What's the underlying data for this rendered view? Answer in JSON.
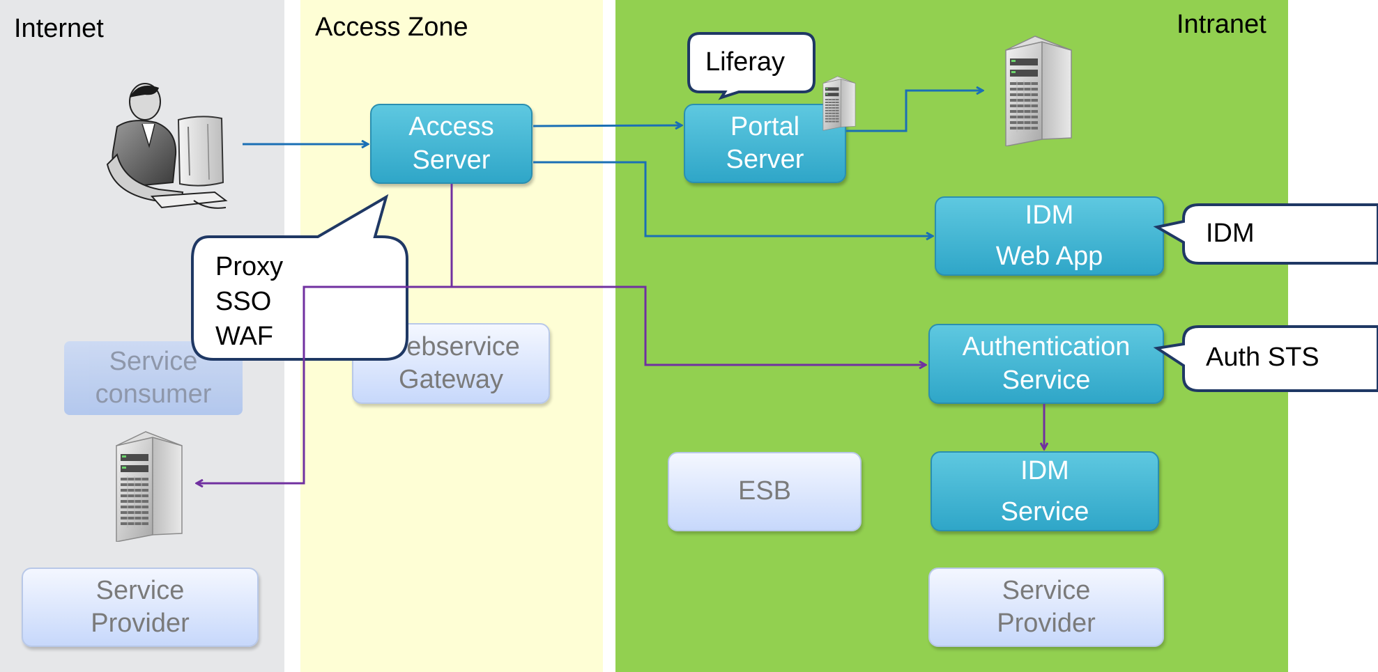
{
  "zones": {
    "internet": "Internet",
    "access_zone": "Access Zone",
    "intranet": "Intranet"
  },
  "boxes": {
    "access_server": [
      "Access",
      "Server"
    ],
    "portal_server": [
      "Portal",
      "Server"
    ],
    "idm_web_app": [
      "IDM",
      "Web App"
    ],
    "auth_service": [
      "Authentication",
      "Service"
    ],
    "idm_service": [
      "IDM",
      "Service"
    ],
    "esb": "ESB",
    "webservice_gateway": [
      "Webservice",
      "Gateway"
    ],
    "service_consumer": [
      "Service",
      "consumer"
    ],
    "service_provider_internet": [
      "Service",
      "Provider"
    ],
    "service_provider_intranet": [
      "Service",
      "Provider"
    ]
  },
  "callouts": {
    "liferay": "Liferay",
    "idm": "IDM",
    "auth_sts": "Auth STS",
    "proxy_lines": [
      "Proxy",
      "SSO",
      "WAF"
    ]
  },
  "colors": {
    "internet_bg": "#e6e7e9",
    "access_bg": "#fefed5",
    "intranet_bg": "#92d050",
    "teal": "#40b4d4",
    "arrow_blue": "#1a6fb5",
    "arrow_purple": "#7030a0"
  },
  "icons": [
    "user-at-computer-icon",
    "server-tower-icon"
  ]
}
